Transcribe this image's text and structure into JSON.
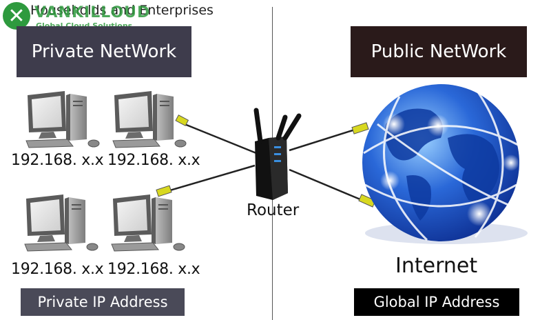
{
  "header": {
    "partial_text": "Households and Enterprises",
    "logo_text": "VANKILLOUD",
    "logo_tagline": "Global Cloud Solutions",
    "logo_color": "#2e9a3e"
  },
  "private_network": {
    "title": "Private NetWork",
    "title_bg": "#3e3c4c",
    "computers": [
      {
        "ip": "192.168. x.x"
      },
      {
        "ip": "192.168. x.x"
      },
      {
        "ip": "192.168. x.x"
      },
      {
        "ip": "192.168. x.x"
      }
    ],
    "footer_label": "Private IP Address",
    "footer_bg": "#4a4a58"
  },
  "router": {
    "label": "Router"
  },
  "public_network": {
    "title": "Public NetWork",
    "title_bg": "#2a1a1a",
    "globe_label": "Internet",
    "footer_label": "Global IP Address",
    "footer_bg": "#000000"
  },
  "colors": {
    "cable": "#222222",
    "plug": "#d8d820",
    "globe_dark": "#0b2a8c",
    "globe_light": "#9ad0ff"
  }
}
